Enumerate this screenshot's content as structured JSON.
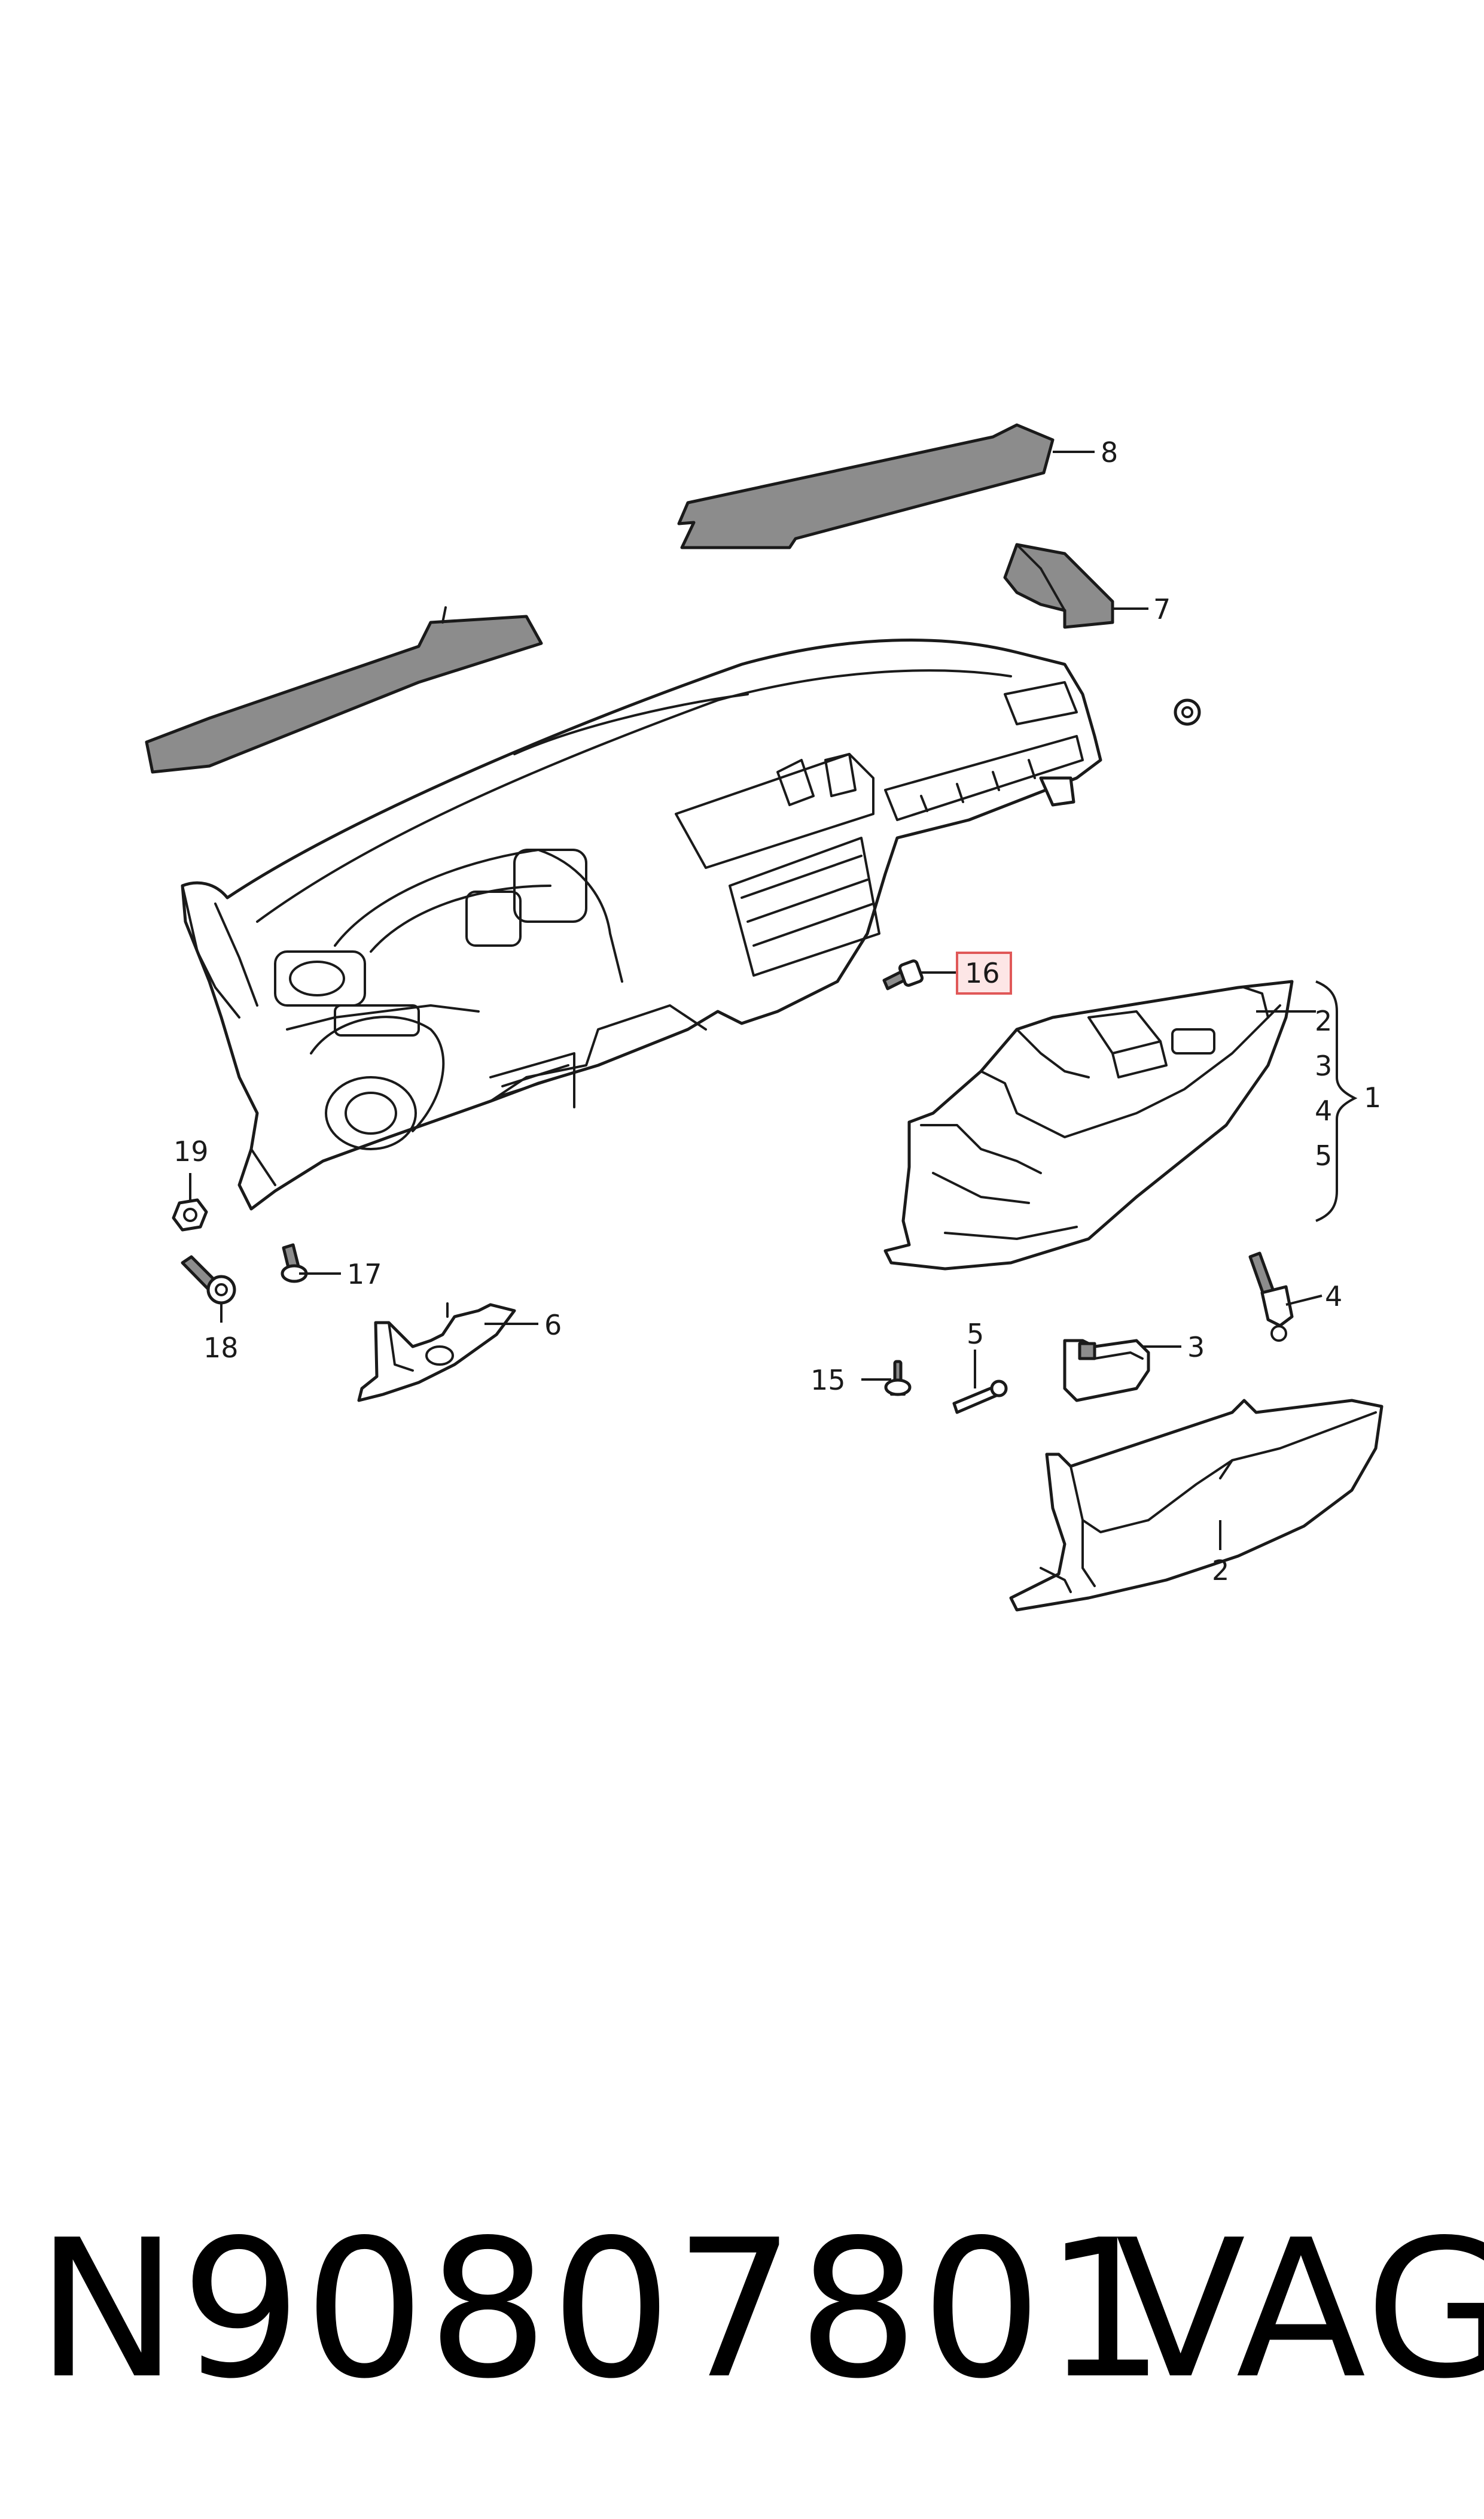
{
  "callouts": {
    "c1": "1",
    "c2a": "2",
    "c3a": "3",
    "c4a": "4",
    "c5a": "5",
    "c2b": "2",
    "c3b": "3",
    "c4b": "4",
    "c5b": "5",
    "c6": "6",
    "c7": "7",
    "c8": "8",
    "c15": "15",
    "c16": "16",
    "c17": "17",
    "c18": "18",
    "c19": "19"
  },
  "highlight": {
    "part": "16",
    "fill": "#fde6e6",
    "stroke": "#e05858"
  },
  "footer": {
    "part_number": "N90807801",
    "brand": "VAG"
  }
}
